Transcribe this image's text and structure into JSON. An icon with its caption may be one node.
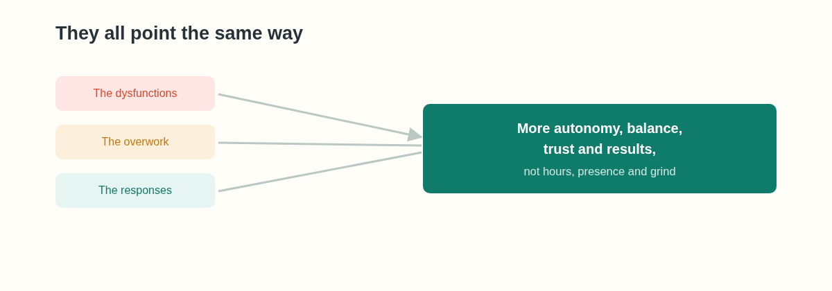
{
  "diagram": {
    "title": "They all point the same way",
    "nodes": [
      {
        "text": [
          "The dysfunctions"
        ]
      },
      {
        "text": [
          "The overwork"
        ]
      },
      {
        "text": [
          "The responses"
        ]
      },
      {
        "text": [
          "More autonomy, balance, trust and results,",
          "not hours, presence and grind"
        ]
      }
    ],
    "edges": [
      {
        "from": 0,
        "to": 3,
        "arrow": "to"
      },
      {
        "from": 1,
        "to": 3,
        "arrow": "none"
      },
      {
        "from": 2,
        "to": 3,
        "arrow": "none"
      }
    ]
  }
}
